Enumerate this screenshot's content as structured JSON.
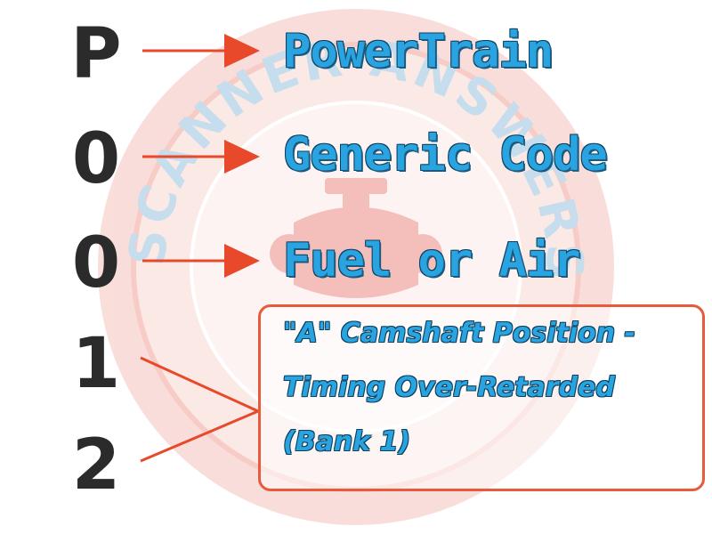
{
  "watermark": {
    "text": "SCANNER ANSWERS",
    "ring_color": "#e7736a"
  },
  "code_letters": [
    "P",
    "0",
    "0",
    "1",
    "2"
  ],
  "meanings": [
    "PowerTrain",
    "Generic Code",
    "Fuel or Air"
  ],
  "description_lines": [
    "\"A\" Camshaft Position -",
    "Timing Over-Retarded",
    "(Bank 1)"
  ],
  "colors": {
    "text_dark": "#2b2b2b",
    "accent_blue": "#2aa4e0",
    "arrow_red": "#e8492a",
    "box_border": "#e85a3c"
  }
}
